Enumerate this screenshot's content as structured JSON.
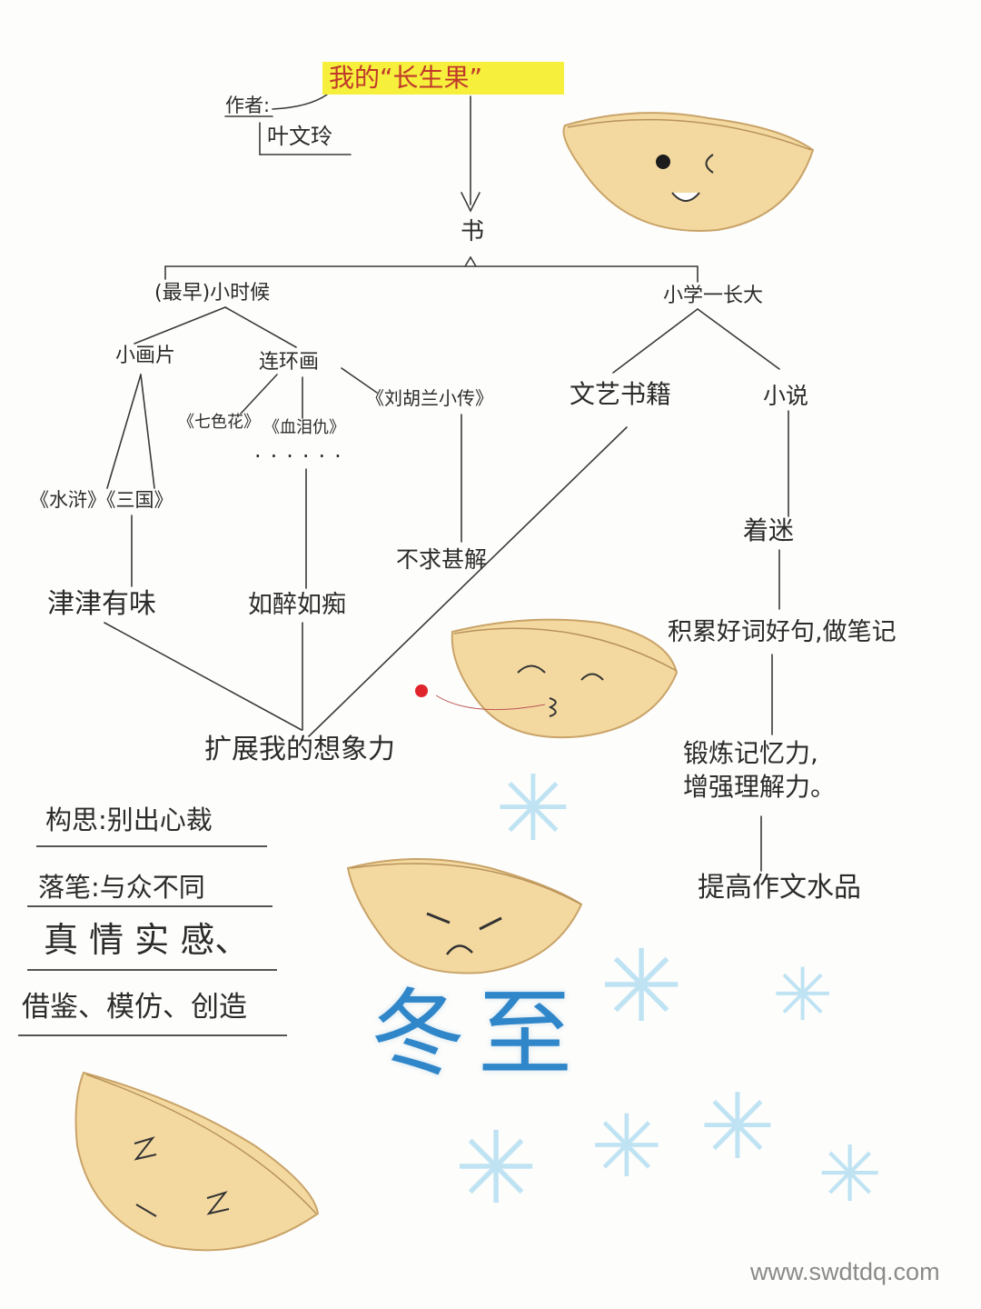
{
  "title": "我的“长生果”",
  "author_label": "作者:",
  "author_name": "叶文玲",
  "book": "书",
  "early": "(最早)小时候",
  "later": "小学一长大",
  "picture_card": "小画片",
  "comics": "连环画",
  "shuihu_sanguo": "《水浒》《三国》",
  "qisehua": "《七色花》",
  "xueleichou": "《血泪仇》",
  "ellipsis": "······",
  "liuhulan": "《刘胡兰小传》",
  "literary_books": "文艺书籍",
  "novels": "小说",
  "jinjin": "津津有味",
  "ruzui": "如醉如痴",
  "buqiu": "不求甚解",
  "zhaomi": "着迷",
  "jilei": "积累好词好句,做笔记",
  "expand": "扩展我的想象力",
  "duanlian_1": "锻炼记忆力,",
  "duanlian_2": "增强理解力。",
  "tigao": "提高作文水品",
  "note_1": "构思:别出心裁",
  "note_2": "落笔:与众不同",
  "note_3": "真 情 实 感、",
  "note_4": "借鉴、模仿、创造",
  "festival": "冬至",
  "watermark": "www.swdtdq.com",
  "colors": {
    "highlight": "#f6ef3b",
    "dumpling_fill": "#f3d9a0",
    "dumpling_edge": "#c9a368",
    "festival_blue": "#2f86c9",
    "snowflake": "#bfe3f3",
    "heart_red": "#e0242b"
  }
}
